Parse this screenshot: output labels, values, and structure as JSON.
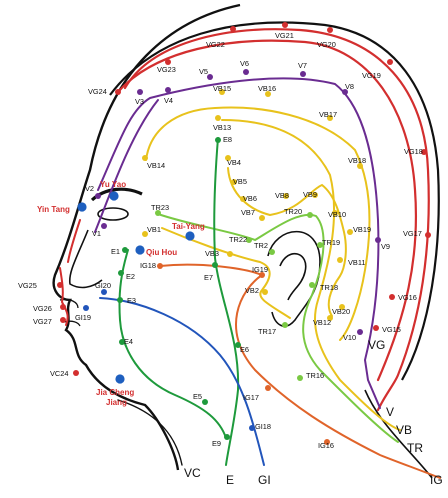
{
  "labels": {
    "VG22": "VG22",
    "VG21": "VG21",
    "VG20": "VG20",
    "VG19": "VG19",
    "VG18": "VG18",
    "VG17": "VG17",
    "VG16": "VG16",
    "VG15": "VG15",
    "VG24": "VG24",
    "VG25": "VG25",
    "VG26": "VG26",
    "VG27": "VG27",
    "VC24": "VC24",
    "VG23": "VG23",
    "V5": "V5",
    "V6": "V6",
    "V7": "V7",
    "V8": "V8",
    "V3": "V3",
    "V4": "V4",
    "V2": "V2",
    "V1": "V1",
    "V9": "V9",
    "V10": "V10",
    "VB15": "VB15",
    "VB16": "VB16",
    "VB17": "VB17",
    "VB18": "VB18",
    "VB14": "VB14",
    "VB13": "VB13",
    "VB4": "VB4",
    "VB5": "VB5",
    "VB6": "VB6",
    "VB7": "VB7",
    "VB8": "VB8",
    "VB9": "VB9",
    "VB10": "VB10",
    "VB19": "VB19",
    "VB11": "VB11",
    "VB20": "VB20",
    "VB12": "VB12",
    "VB1": "VB1",
    "VB3": "VB3",
    "VB2": "VB2",
    "TR23": "TR23",
    "TR22": "TR22",
    "TR20": "TR20",
    "TR19": "TR19",
    "TR18": "TR18",
    "TR17": "TR17",
    "TR16": "TR16",
    "TR2": "TR2",
    "E8": "E8",
    "E1": "E1",
    "E2": "E2",
    "E3": "E3",
    "E4": "E4",
    "E5": "E5",
    "E6": "E6",
    "E7": "E7",
    "E9": "E9",
    "IG18": "IG18",
    "IG19": "IG19",
    "IG17": "IG17",
    "IG16": "IG16",
    "GI18": "GI18",
    "GI19": "GI19",
    "GI20": "GI20",
    "VG": "VG",
    "V": "V",
    "VB": "VB",
    "TR": "TR",
    "IG": "IG",
    "VC": "VC",
    "E": "E",
    "GI": "GI"
  },
  "extra_points": {
    "Yu Yao": "Yu Yao",
    "Yin Tang": "Yin Tang",
    "Tai Yang": "Tai-Yang",
    "Qiu Hou": "Qiu Hou",
    "Jia Cheng Jiang line1": "Jia Cheng",
    "Jia Cheng Jiang line2": "Jiang"
  },
  "colors": {
    "VG": "#d32f2f",
    "V": "#6a2c91",
    "VB": "#e8c21c",
    "TR": "#7ac943",
    "E": "#1e9a3c",
    "GI": "#2255bb",
    "IG": "#e0642a",
    "VC": "#222222",
    "extra": "#1e5fbf",
    "extra_label": "#d32f2f"
  }
}
